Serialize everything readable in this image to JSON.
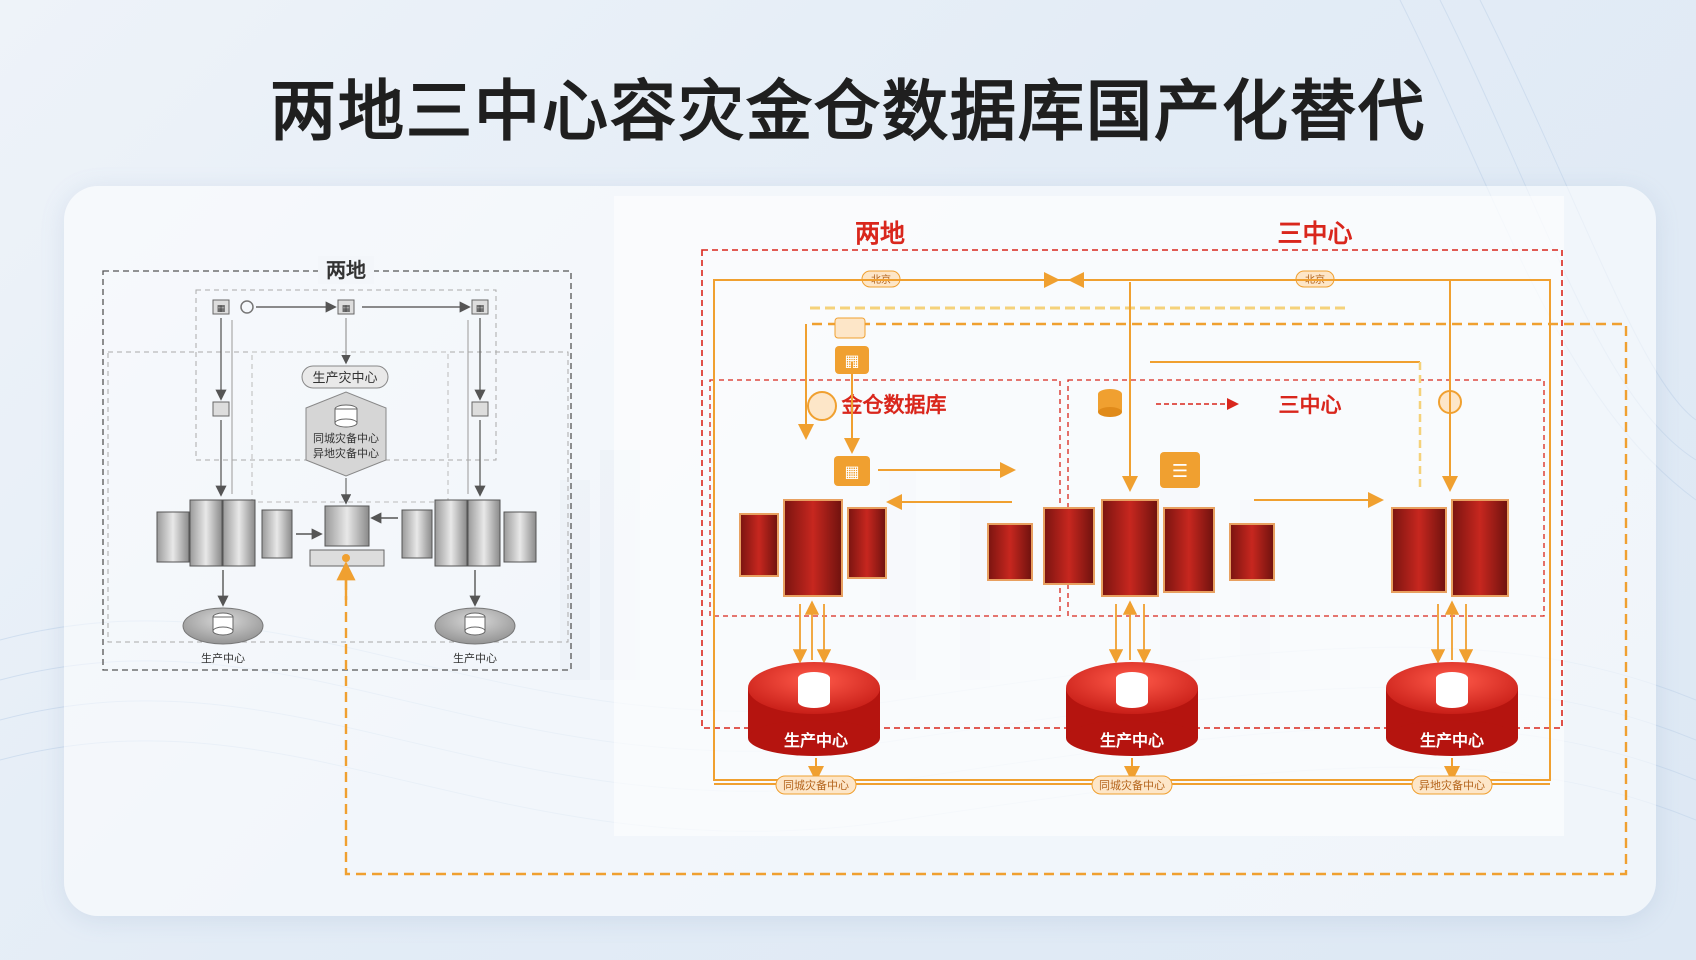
{
  "title": "两地三中心容灾金仓数据库国产化替代",
  "left": {
    "region_label": "两地",
    "center_label": "生产灾中心",
    "center_node_text_1": "同城灾备中心",
    "center_node_text_2": "异地灾备中心",
    "prod_label_1": "生产中心",
    "prod_label_2": "生产中心"
  },
  "right": {
    "header_left": "两地",
    "header_right": "三中心",
    "tag_top_left": "北京",
    "tag_top_right": "北京",
    "kingbase_label": "金仓数据库",
    "three_center_label": "三中心",
    "db_label_1": "生产中心",
    "db_label_2": "生产中心",
    "db_label_3": "生产中心",
    "bottom_tag_1": "同城灾备中心",
    "bottom_tag_2": "同城灾备中心",
    "bottom_tag_3": "异地灾备中心"
  },
  "colors": {
    "red": "#d9261c",
    "orange": "#f0a030",
    "gray": "#7a7a7a"
  },
  "icons": [
    "server-rack-icon",
    "database-icon",
    "chip-icon",
    "document-icon",
    "link-icon"
  ]
}
